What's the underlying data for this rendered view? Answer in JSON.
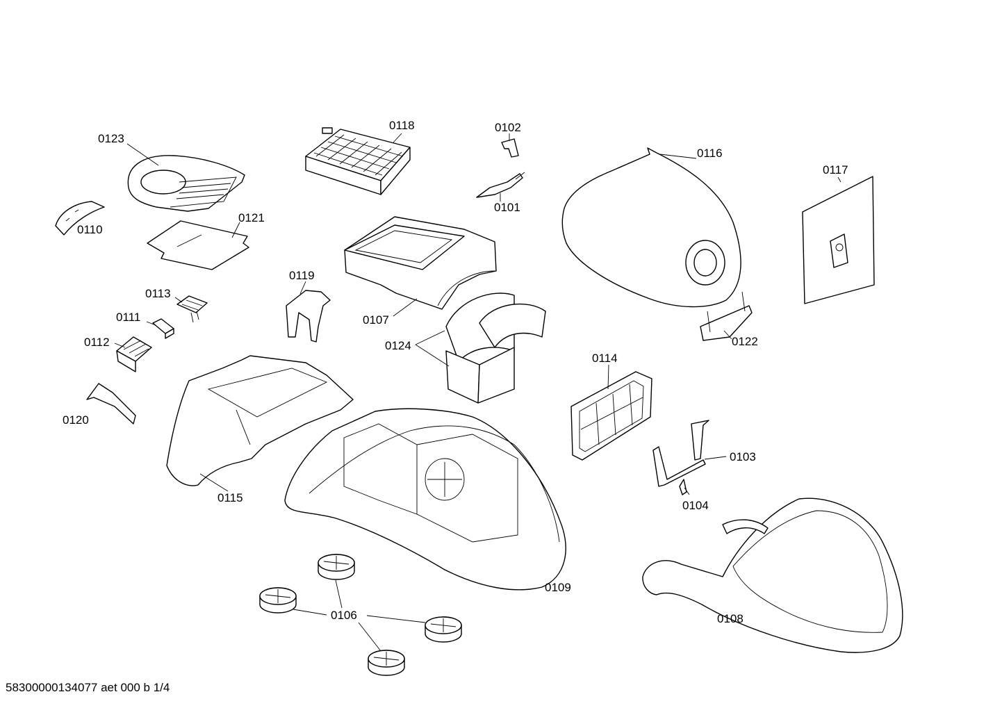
{
  "document_id": "58300000134077 aet 000 b 1/4",
  "parts": [
    {
      "id": "p0123",
      "label": "0123"
    },
    {
      "id": "p0118",
      "label": "0118"
    },
    {
      "id": "p0102",
      "label": "0102"
    },
    {
      "id": "p0116",
      "label": "0116"
    },
    {
      "id": "p0117",
      "label": "0117"
    },
    {
      "id": "p0110",
      "label": "0110"
    },
    {
      "id": "p0121",
      "label": "0121"
    },
    {
      "id": "p0101",
      "label": "0101"
    },
    {
      "id": "p0119",
      "label": "0119"
    },
    {
      "id": "p0113",
      "label": "0113"
    },
    {
      "id": "p0111",
      "label": "0111"
    },
    {
      "id": "p0107",
      "label": "0107"
    },
    {
      "id": "p0122",
      "label": "0122"
    },
    {
      "id": "p0112",
      "label": "0112"
    },
    {
      "id": "p0124",
      "label": "0124"
    },
    {
      "id": "p0114",
      "label": "0114"
    },
    {
      "id": "p0120",
      "label": "0120"
    },
    {
      "id": "p0103",
      "label": "0103"
    },
    {
      "id": "p0115",
      "label": "0115"
    },
    {
      "id": "p0104",
      "label": "0104"
    },
    {
      "id": "p0109",
      "label": "0109"
    },
    {
      "id": "p0106",
      "label": "0106"
    },
    {
      "id": "p0108",
      "label": "0108"
    }
  ]
}
